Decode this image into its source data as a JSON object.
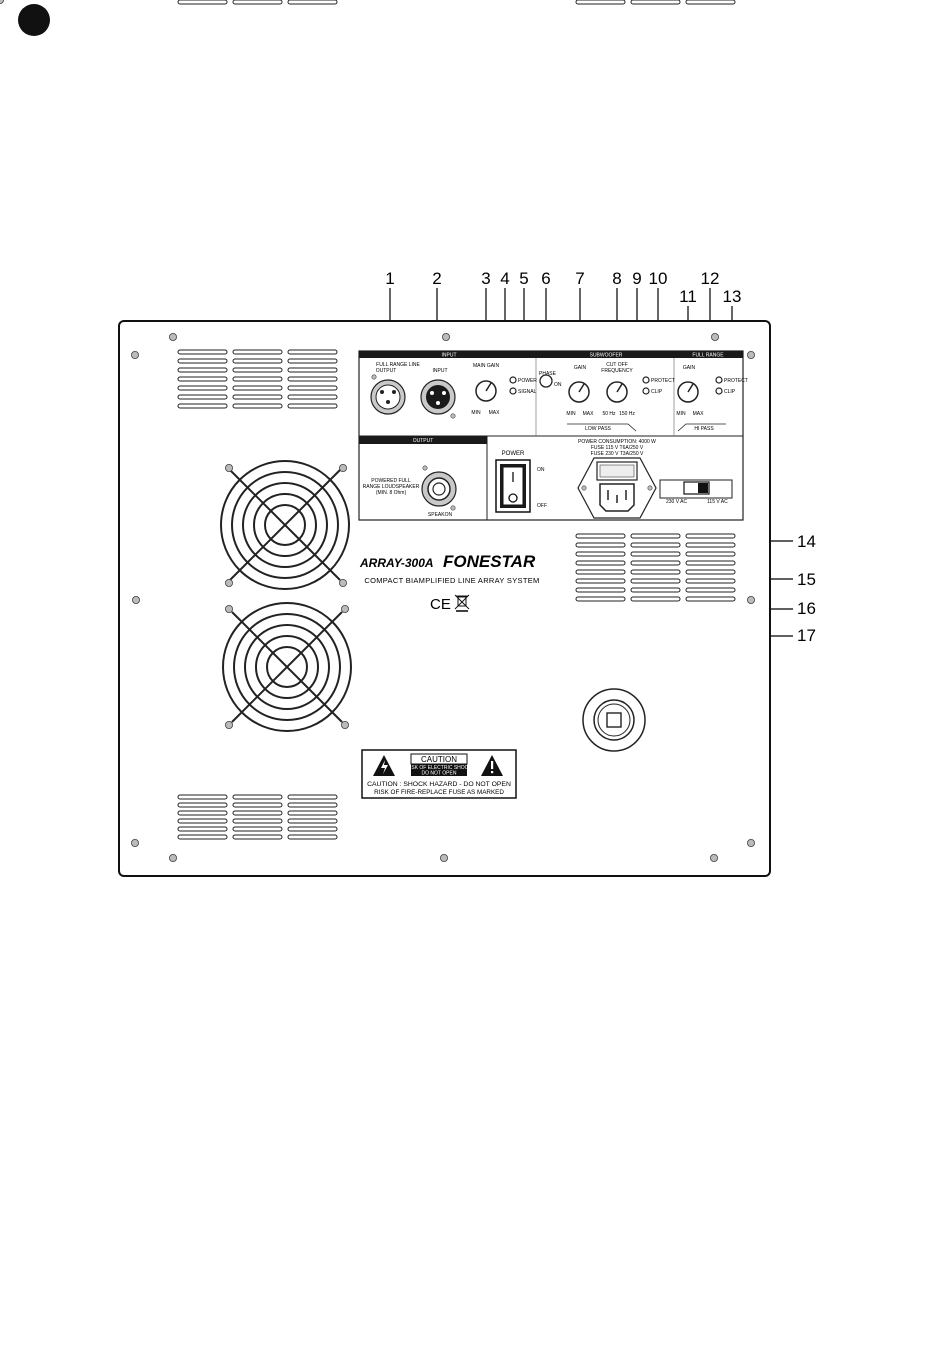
{
  "page": {
    "corner_marker": "filled-circle"
  },
  "callouts": {
    "top": [
      "1",
      "2",
      "3",
      "4",
      "5",
      "6",
      "7",
      "8",
      "9",
      "10"
    ],
    "top_second_row": [
      "11",
      "12",
      "13"
    ],
    "right": [
      "14",
      "15",
      "16",
      "17"
    ]
  },
  "panel": {
    "input": {
      "header": "INPUT",
      "full_range_line": "FULL RANGE LINE",
      "output": "OUTPUT",
      "input": "INPUT",
      "main_gain": "MAIN GAIN",
      "min": "MIN",
      "max": "MAX",
      "power": "POWER",
      "signal": "SIGNAL"
    },
    "subwoofer": {
      "header": "SUBWOOFER",
      "phase": "PHASE",
      "on": "ON",
      "gain": "GAIN",
      "cut_off": "CUT OFF",
      "frequency": "FREQUENCY",
      "min": "MIN",
      "max": "MAX",
      "freq_low": "50 Hz",
      "freq_high": "150 Hz",
      "low_pass": "LOW PASS",
      "protect": "PROTECT",
      "clip": "CLIP"
    },
    "full_range": {
      "header": "FULL RANGE",
      "gain": "GAIN",
      "min": "MIN",
      "max": "MAX",
      "hi_pass": "HI PASS",
      "protect": "PROTECT",
      "clip": "CLIP"
    },
    "output": {
      "header": "OUTPUT",
      "label_line1": "POWERED FULL",
      "label_line2": "RANGE LOUDSPEAKER",
      "label_line3": "(MIN. 8 Ohm)",
      "connector": "SPEAKON"
    },
    "power": {
      "label": "POWER",
      "on": "ON",
      "off": "OFF",
      "consumption": "POWER CONSUMPTION: 4000 W",
      "fuse1": "FUSE 115 V T6A/250 V",
      "fuse2": "FUSE 230 V T3A/250 V",
      "voltage_left": "230 V AC",
      "voltage_right": "115 V AC"
    }
  },
  "branding": {
    "model": "ARRAY-300A",
    "brand": "FONESTAR",
    "subtitle": "COMPACT BIAMPLIFIED LINE ARRAY SYSTEM",
    "ce_mark": "CE"
  },
  "caution": {
    "title": "CAUTION",
    "risk_line1": "RISK OF ELECTRIC SHOCK",
    "risk_line2": "DO NOT OPEN",
    "line1": "CAUTION : SHOCK HAZARD - DO NOT OPEN",
    "line2": "RISK OF FIRE-REPLACE FUSE AS MARKED"
  }
}
